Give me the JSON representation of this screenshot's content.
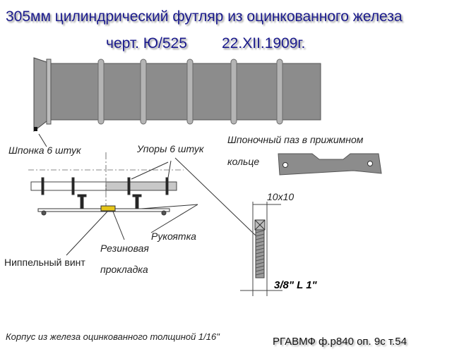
{
  "title": {
    "line1": "305мм цилиндрический футляр из оцинкованного железа",
    "drawing_no": "черт. Ю/525",
    "date": "22.XII.1909г."
  },
  "labels": {
    "key": "Шпонка 6 штук",
    "stops": "Упоры 6 штук",
    "keyway_line1": "Шпоночный паз в прижимном",
    "keyway_line2": "кольце",
    "handle": "Рукоятка",
    "rubber_line1": "Резиновая",
    "rubber_line2": "прокладка",
    "nipple": "Ниппельный винт",
    "dim_10x10": "10х10",
    "bolt": "3/8\" L 1\"",
    "body": "Корпус из железа оцинкованного толщиной 1/16\""
  },
  "source": "РГАВМФ ф.р840 оп. 9с т.54",
  "colors": {
    "title": "#1a1a8c",
    "cylinder": "#8c8c8c",
    "ring": "#b4b4b4",
    "washer": "#e6c619"
  }
}
